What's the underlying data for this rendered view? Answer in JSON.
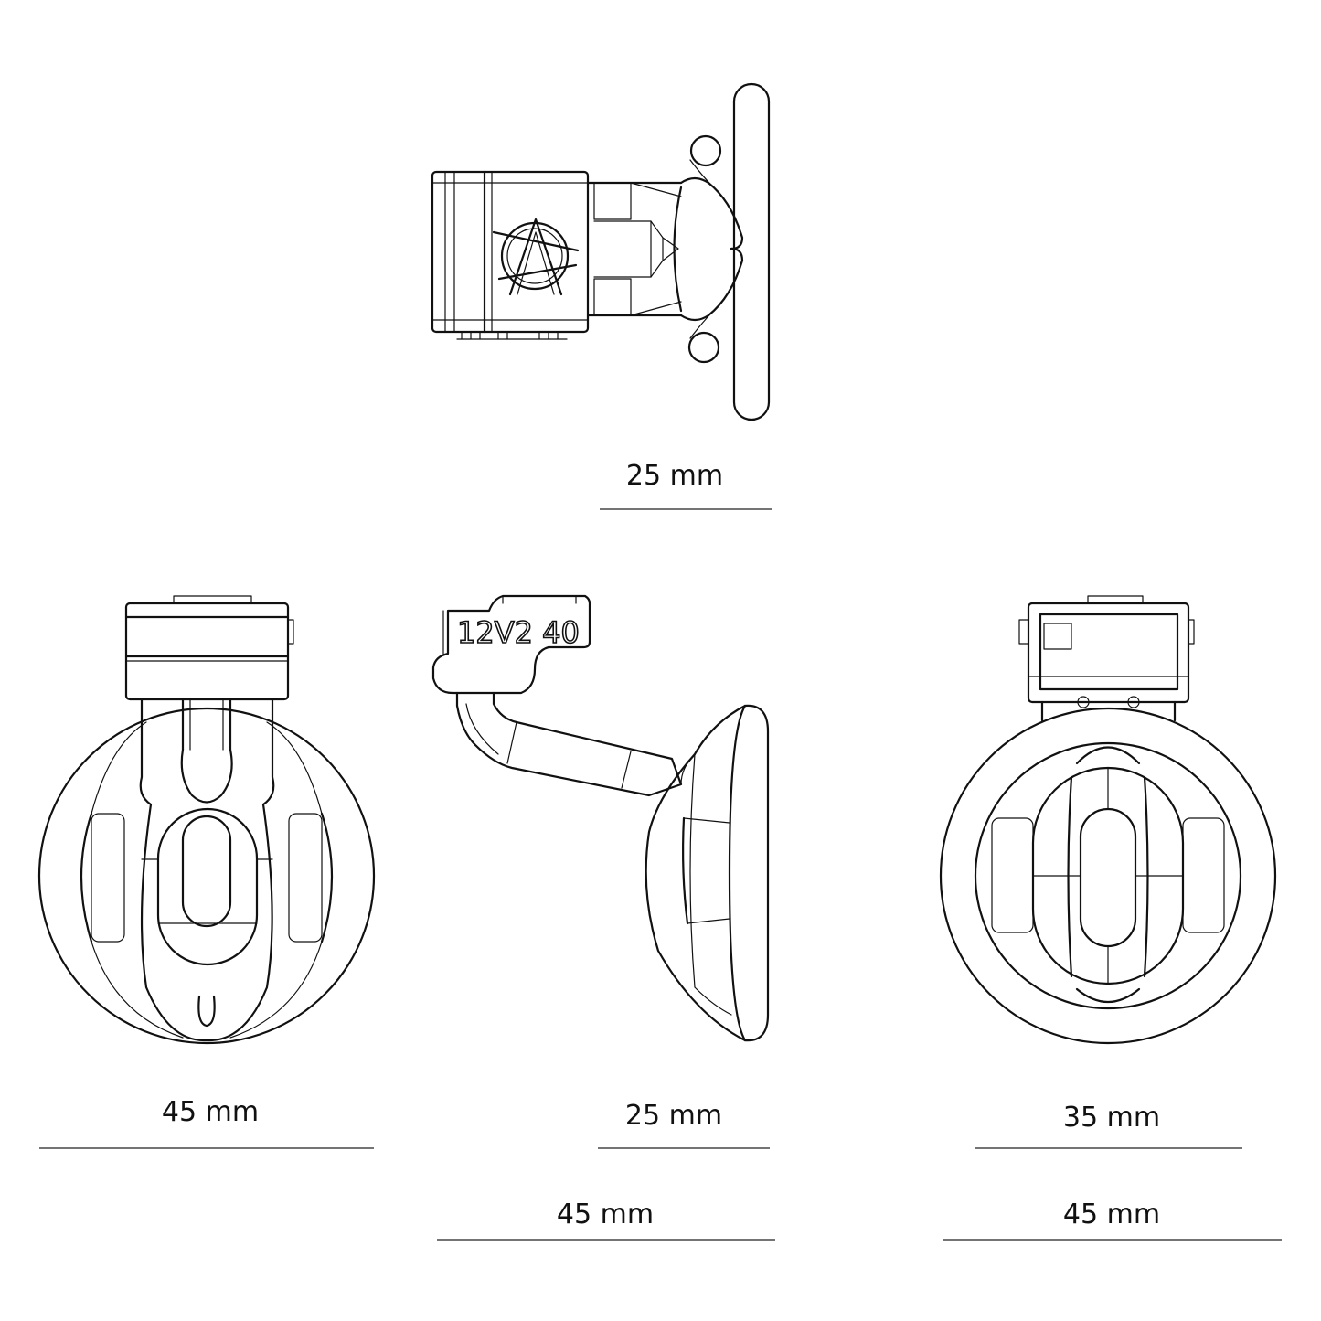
{
  "views": {
    "top": {
      "logo_icon": "anarchy-circle-a-logo",
      "dimension": "25 mm"
    },
    "front": {
      "dimension": "45 mm"
    },
    "side": {
      "engraving": "12V2 40",
      "dimension_ring_depth": "25 mm",
      "dimension_overall": "45 mm"
    },
    "back": {
      "dimension_inner": "35 mm",
      "dimension_outer": "45 mm"
    }
  }
}
